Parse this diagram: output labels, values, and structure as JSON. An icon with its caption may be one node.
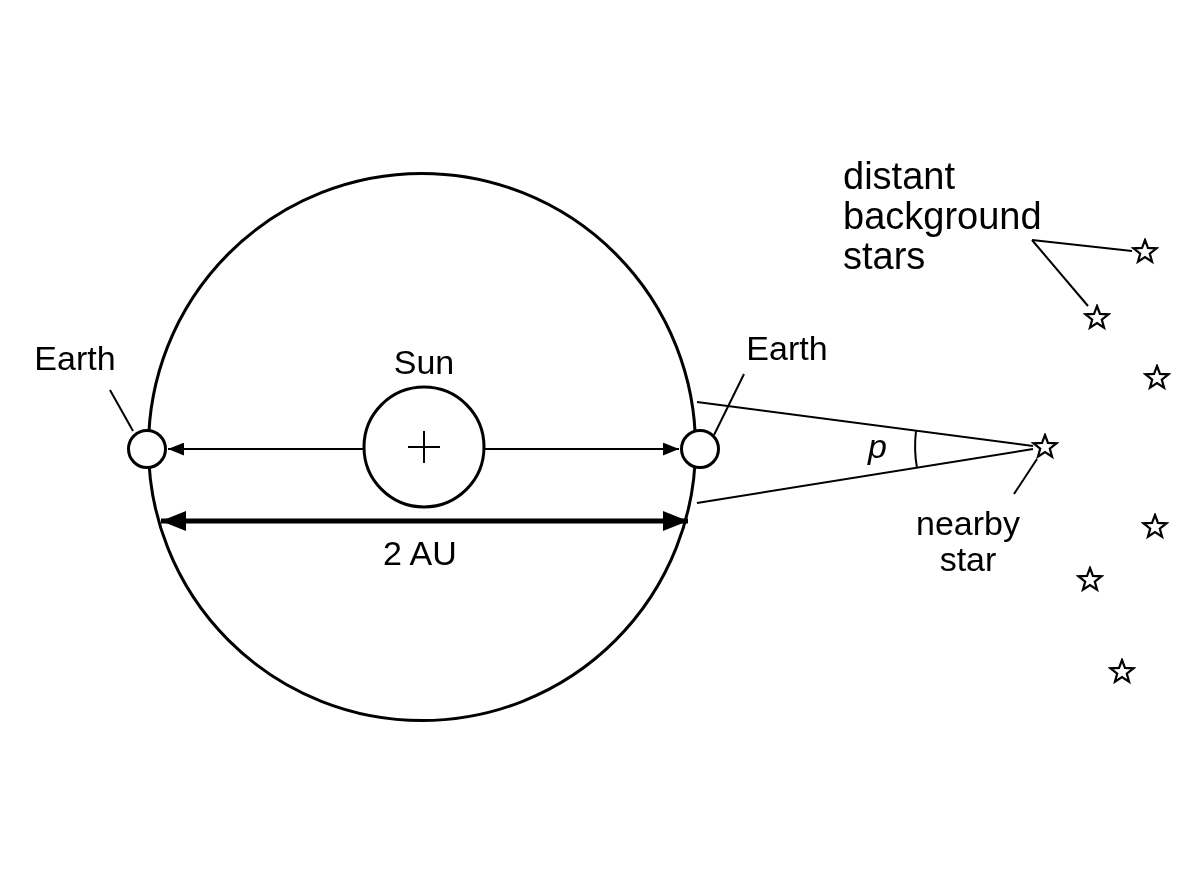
{
  "diagram": {
    "nodes": [
      {
        "text": [],
        "shape": "circle"
      },
      {
        "text": [
          "Earth"
        ]
      },
      {
        "text": [],
        "shape": "circle"
      },
      {
        "text": [
          "Sun"
        ],
        "in": 0
      },
      {
        "text": [
          "Earth"
        ]
      },
      {
        "text": [],
        "shape": "circle"
      },
      {
        "text": [
          "distant background stars"
        ]
      },
      {
        "text": [],
        "shape": "star"
      },
      {
        "text": [],
        "shape": "star"
      },
      {
        "text": [],
        "shape": "star"
      },
      {
        "text": [],
        "shape": "star"
      },
      {
        "text": [
          "nearby star"
        ]
      },
      {
        "text": [],
        "shape": "star"
      },
      {
        "text": [],
        "shape": "star"
      },
      {
        "text": [],
        "shape": "star"
      }
    ],
    "edges": [
      {
        "from": 1,
        "to": 2,
        "arrow": "none"
      },
      {
        "from": 4,
        "to": 5,
        "arrow": "none"
      },
      {
        "from": 3,
        "to": 2,
        "arrow": "to"
      },
      {
        "from": 3,
        "to": 5,
        "arrow": "to"
      },
      {
        "from": 0,
        "to": 10,
        "arrow": "none"
      },
      {
        "from": 0,
        "to": 10,
        "arrow": "none"
      },
      {
        "from": 6,
        "to": 7,
        "arrow": "none"
      },
      {
        "from": 6,
        "to": 8,
        "arrow": "none"
      },
      {
        "from": 11,
        "to": 10,
        "arrow": "none"
      }
    ],
    "labels": [
      "p",
      "2 AU"
    ]
  }
}
